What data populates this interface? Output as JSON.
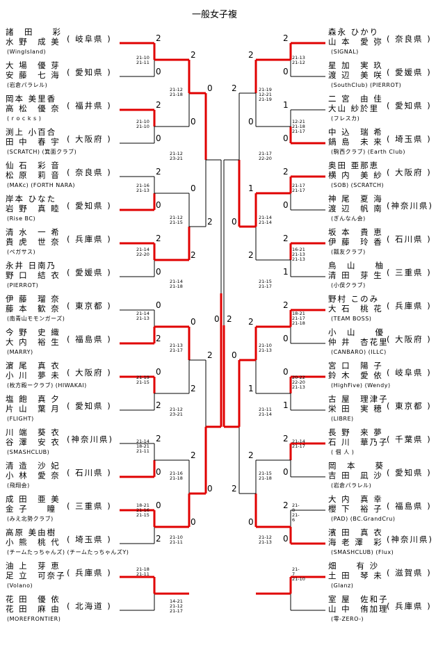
{
  "title": "一般女子複",
  "left_teams": [
    {
      "p1": "諸　田　　彩",
      "p2": "水 野　成 美",
      "club": "(WingIsland)",
      "pref": "( 岐阜県 )"
    },
    {
      "p1": "大 場　優 芽",
      "p2": "安 藤　七 海",
      "club": "(岩倉パラレル)",
      "pref": "( 愛知県 )"
    },
    {
      "p1": "岡本 美里香",
      "p2": "高 松　優 奈",
      "club": "( r o c k s )",
      "pref": "( 福井県 )"
    },
    {
      "p1": "渕上 小百合",
      "p2": "田 中　春 宇",
      "club": "(SCRATCH) (箕面クラブ)",
      "pref": "( 大阪府 )"
    },
    {
      "p1": "仙 石　彩 音",
      "p2": "松 原　莉 音",
      "club": "(MAKc) (FORTH NARA)",
      "pref": "( 奈良県 )"
    },
    {
      "p1": "岸本 ひなた",
      "p2": "岩 野　真 睦",
      "club": "(Rise BC)",
      "pref": "( 愛知県 )"
    },
    {
      "p1": "清 水　一 希",
      "p2": "貴 虎　世 奈",
      "club": "(ペガサス)",
      "pref": "( 兵庫県 )"
    },
    {
      "p1": "永井 日南乃",
      "p2": "野 口　結 衣",
      "club": "(PIERROT)",
      "pref": "( 愛媛県 )"
    },
    {
      "p1": "伊 藤　瑠 奈",
      "p2": "藤 本　歓 奈",
      "club": "(南青山モモンガーズ)",
      "pref": "( 東京都 )"
    },
    {
      "p1": "今 野　史 織",
      "p2": "大 内　裕 生",
      "club": "(MARRY)",
      "pref": "( 福島県 )"
    },
    {
      "p1": "濵 尾　真 衣",
      "p2": "小 川　夢 未",
      "club": "(枚方殿ークラブ) (HIWAKAI)",
      "pref": "( 大阪府 )"
    },
    {
      "p1": "塩 飽　真 夕",
      "p2": "片 山　葉 月",
      "club": "(FLIGHT)",
      "pref": "( 愛知県 )"
    },
    {
      "p1": "川 端　葵 衣",
      "p2": "谷 澤　安 衣",
      "club": "(SMASHCLUB)",
      "pref": "(神奈川県)"
    },
    {
      "p1": "清 造　沙 妃",
      "p2": "小 林　愛 奈",
      "club": "(飛翔会)",
      "pref": "( 石川県 )"
    },
    {
      "p1": "成 田　亜 美",
      "p2": "金 子　　瞳",
      "club": "(みえ北勢クラブ)",
      "pref": "( 三重県 )"
    },
    {
      "p1": "高原 美由樹",
      "p2": "小 熊　桃 代",
      "club": "(チームたっちゃんズ) (チームたっちゃんズY)",
      "pref": "( 埼玉県 )"
    },
    {
      "p1": "油 上　芽 恵",
      "p2": "足 立　可奈子",
      "club": "(Volano)",
      "pref": "( 兵庫県 )"
    },
    {
      "p1": "花 田　優 依",
      "p2": "花 田　麻 由",
      "club": "(MOREFRONTIER)",
      "pref": "( 北海道 )"
    }
  ],
  "right_teams": [
    {
      "p1": "森永 ひかり",
      "p2": "山 本　愛 弥",
      "club": "(SIGNAL)",
      "pref": "( 奈良県 )"
    },
    {
      "p1": "星 加　実 玖",
      "p2": "渡 辺　美 咲",
      "club": "(SouthClub) (PIERROT)",
      "pref": "( 愛媛県 )"
    },
    {
      "p1": "二 宮　由 佳",
      "p2": "大山 紗於里",
      "club": "(フレスカ)",
      "pref": "( 愛知県 )"
    },
    {
      "p1": "中 込　瑞 希",
      "p2": "鍋 島　未 来",
      "club": "(駒西クラブ) (Earth Club)",
      "pref": "( 埼玉県 )"
    },
    {
      "p1": "奥田 亜那恵",
      "p2": "横 内　美 紗",
      "club": "(SOB) (SCRATCH)",
      "pref": "( 大阪府 )"
    },
    {
      "p1": "神 尾　夏 海",
      "p2": "渡 辺　帆 南",
      "club": "(ぎんなん会)",
      "pref": "(神奈川県)"
    },
    {
      "p1": "坂 本　貴 恵",
      "p2": "伊 藤　玲 香",
      "club": "(瓢友クラブ)",
      "pref": "( 石川県 )"
    },
    {
      "p1": "鳥　山　　柚",
      "p2": "清 田　芽 生",
      "club": "(小俣クラブ)",
      "pref": "( 三重県 )"
    },
    {
      "p1": "野村 このみ",
      "p2": "大 石　桃 花",
      "club": "(TEAM BOSS)",
      "pref": "( 兵庫県 )"
    },
    {
      "p1": "小　山　　優",
      "p2": "仲 井　杏花里",
      "club": "(CANBARO) (ILLC)",
      "pref": "( 大阪府 )"
    },
    {
      "p1": "宮 口　陽 子",
      "p2": "鈴 木　愛 依",
      "club": "(HighFive) (Wendy)",
      "pref": "( 岐阜県 )"
    },
    {
      "p1": "古 屋　理津子",
      "p2": "栄 田　実 穂",
      "club": "(LIBRE)",
      "pref": "( 東京都 )"
    },
    {
      "p1": "長 野　来 夢",
      "p2": "石 川　華乃子",
      "club": "( 個 人 )",
      "pref": "( 千葉県 )"
    },
    {
      "p1": "岡　本　　葵",
      "p2": "吉 田　凪 沙",
      "club": "(岩倉パラレル)",
      "pref": "( 愛知県 )"
    },
    {
      "p1": "大 内　真 幸",
      "p2": "櫻 下　裕 子",
      "club": "(PAD) (BC.GrandCru)",
      "pref": "( 福島県 )"
    },
    {
      "p1": "濱 田　真 衣",
      "p2": "海 老 澤　彩",
      "club": "(SMASHCLUB) (Flux)",
      "pref": "(神奈川県)"
    },
    {
      "p1": "畑　　有 沙",
      "p2": "土 田　琴 未",
      "club": "(Glanz)",
      "pref": "( 滋賀県 )"
    },
    {
      "p1": "室 屋　佐和子",
      "p2": "山 中　侑加理",
      "club": "(零-ZERO-)",
      "pref": "( 兵庫県 )"
    }
  ],
  "game_scores": {
    "l_r1_a": "2",
    "l_r1_b": "0",
    "l_r1_c": "2",
    "l_r1_d": "0",
    "l_r1_e": "1",
    "l_r1_f": "2",
    "l_r2": [
      "2",
      "0",
      "2",
      "0",
      "2",
      "0",
      "2",
      "0",
      "0",
      "2",
      "0",
      "2",
      "2",
      "0",
      "0",
      "2"
    ],
    "l_r3": [
      "2",
      "0",
      "0",
      "2",
      "0",
      "2",
      "2",
      "0"
    ],
    "l_r4": [
      "0",
      "2",
      "2",
      "0"
    ],
    "l_sf": [
      "2",
      "0"
    ],
    "final": [
      "0",
      "2"
    ],
    "r_sf": [
      "1",
      "2"
    ],
    "r_r4": [
      "2",
      "0",
      "0",
      "2"
    ],
    "r_r3": [
      "2",
      "0",
      "1",
      "2",
      "2",
      "1",
      "2",
      "0"
    ],
    "r_r2": [
      "2",
      "0",
      "1",
      "0",
      "2",
      "0",
      "2",
      "1",
      "2",
      "0",
      "0",
      "1",
      "2",
      "0",
      "2",
      "0"
    ],
    "r_r1_a": "2",
    "r_r1_b": "0",
    "r_r1_c": "2",
    "r_r1_d": "0"
  },
  "set_scores": {
    "l1": "21-10 21-11",
    "l2": "21-12 21-18",
    "l3": "21-10 21-10",
    "l4": "21-12 23-21",
    "l5": "21-16 21-13",
    "l6": "21-12 21-15",
    "l7": "21-14 22-20",
    "l8": "21-14 21-18",
    "l9": "21-14 21-13",
    "l10": "21-13 21-17",
    "l11": "21-19 21-15",
    "l12": "21-12 23-21",
    "l13": "21-14 18-21 21-11",
    "l14": "21-16 21-18",
    "l15": "18-21 21-16 21-15",
    "l16": "21-10 21-11",
    "l17": "21-18 21-11",
    "l18": "14-21 21-12 21-17",
    "r1": "21-13 21-12",
    "r2": "21-19 12-21 21-19",
    "r3": "12-21 21-18 21-17",
    "r4": "21-17 22-20",
    "r5": "21-17 21-17",
    "r6": "21-14 21-14",
    "r7": "16-21 21-13 21-13",
    "r8": "21-15 21-17",
    "r9": "18-21 21-17 21-18",
    "r10": "21-10 21-13",
    "r11": "20-22 22-20 21-13",
    "r12": "21-11 21-14",
    "r13": "21-14 21-17",
    "r14": "21-15 21-18",
    "r15": "21- 8 21- 6",
    "r16": "21-12 21-13",
    "r17": "21- 7 21-10"
  }
}
